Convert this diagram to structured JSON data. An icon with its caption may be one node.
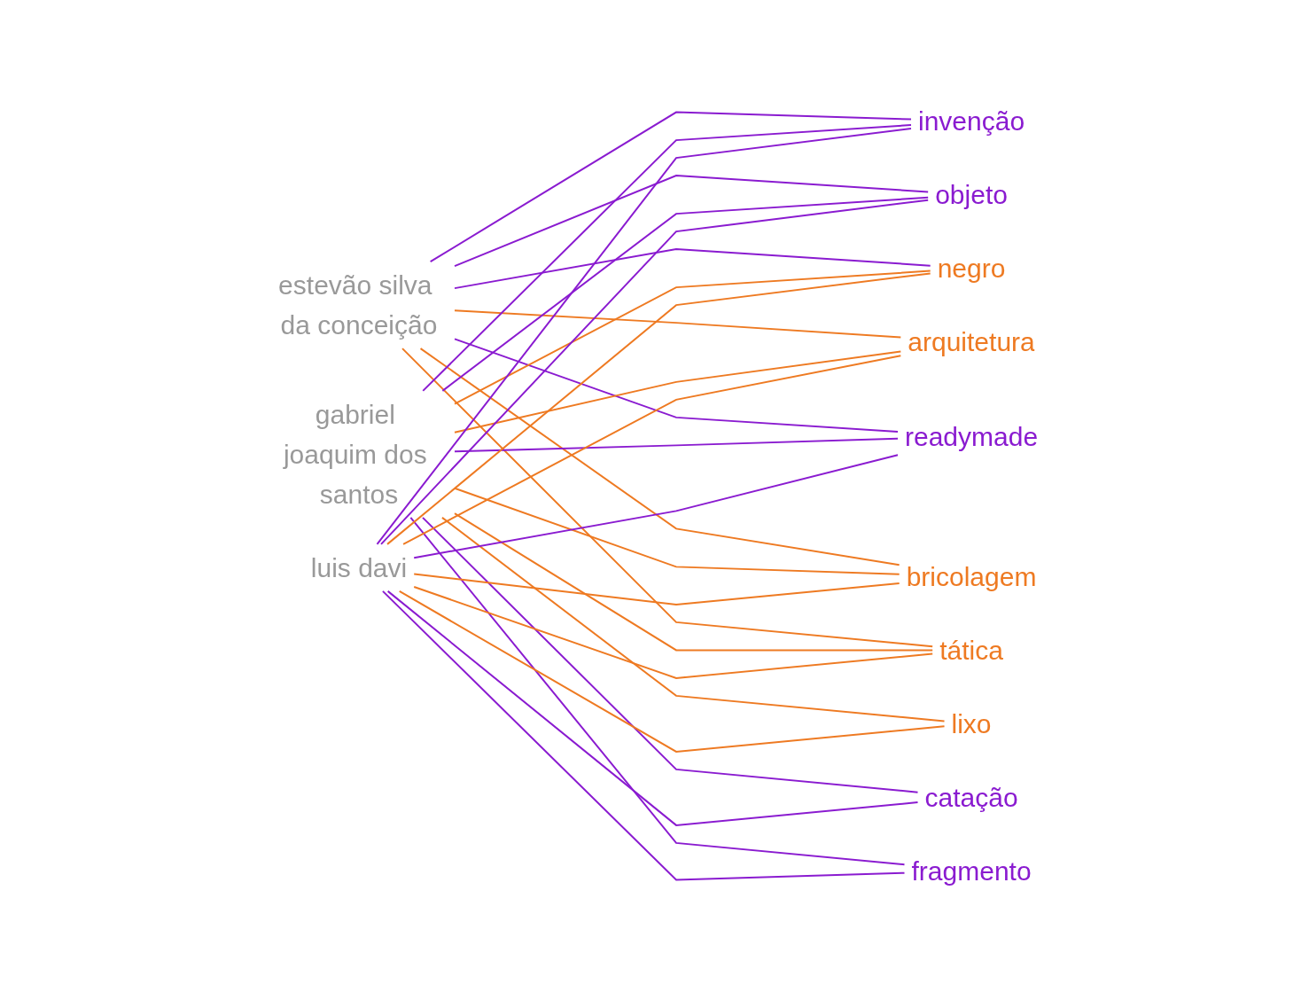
{
  "diagram": {
    "nodes": [
      {
        "text": [
          "estevão silva da conceição"
        ]
      },
      {
        "text": [
          "gabriel joaquim dos santos"
        ]
      },
      {
        "text": [
          "luis davi"
        ]
      },
      {
        "text": [
          "invenção"
        ]
      },
      {
        "text": [
          "lixo"
        ]
      },
      {
        "text": [
          "objeto"
        ]
      },
      {
        "text": [
          "negro"
        ]
      },
      {
        "text": [
          "catação"
        ]
      },
      {
        "text": [
          "arquitetura"
        ]
      },
      {
        "text": [
          "readymade"
        ]
      },
      {
        "text": [
          "bricolagem"
        ]
      },
      {
        "text": [
          "fragmento"
        ]
      },
      {
        "text": [
          "tática"
        ]
      }
    ],
    "edges": [
      {
        "from": 0,
        "to": 3,
        "arrow": "none",
        "color": "#8a1bd0"
      },
      {
        "from": 0,
        "to": 5,
        "arrow": "none",
        "color": "#8a1bd0"
      },
      {
        "from": 0,
        "to": 6,
        "arrow": "none",
        "color": "#8a1bd0"
      },
      {
        "from": 0,
        "to": 8,
        "arrow": "none",
        "color": "#ee7a22"
      },
      {
        "from": 0,
        "to": 9,
        "arrow": "none",
        "color": "#8a1bd0"
      },
      {
        "from": 0,
        "to": 10,
        "arrow": "none",
        "color": "#ee7a22"
      },
      {
        "from": 0,
        "to": 12,
        "arrow": "none",
        "color": "#ee7a22"
      },
      {
        "from": 1,
        "to": 3,
        "arrow": "none",
        "color": "#8a1bd0"
      },
      {
        "from": 1,
        "to": 4,
        "arrow": "none",
        "color": "#ee7a22"
      },
      {
        "from": 1,
        "to": 5,
        "arrow": "none",
        "color": "#8a1bd0"
      },
      {
        "from": 1,
        "to": 6,
        "arrow": "none",
        "color": "#ee7a22"
      },
      {
        "from": 1,
        "to": 7,
        "arrow": "none",
        "color": "#8a1bd0"
      },
      {
        "from": 1,
        "to": 8,
        "arrow": "none",
        "color": "#ee7a22"
      },
      {
        "from": 1,
        "to": 9,
        "arrow": "none",
        "color": "#8a1bd0"
      },
      {
        "from": 1,
        "to": 10,
        "arrow": "none",
        "color": "#ee7a22"
      },
      {
        "from": 1,
        "to": 11,
        "arrow": "none",
        "color": "#8a1bd0"
      },
      {
        "from": 1,
        "to": 12,
        "arrow": "none",
        "color": "#ee7a22"
      },
      {
        "from": 2,
        "to": 3,
        "arrow": "none",
        "color": "#8a1bd0"
      },
      {
        "from": 2,
        "to": 4,
        "arrow": "none",
        "color": "#ee7a22"
      },
      {
        "from": 2,
        "to": 5,
        "arrow": "none",
        "color": "#8a1bd0"
      },
      {
        "from": 2,
        "to": 6,
        "arrow": "none",
        "color": "#ee7a22"
      },
      {
        "from": 2,
        "to": 7,
        "arrow": "none",
        "color": "#8a1bd0"
      },
      {
        "from": 2,
        "to": 8,
        "arrow": "none",
        "color": "#ee7a22"
      },
      {
        "from": 2,
        "to": 9,
        "arrow": "none",
        "color": "#8a1bd0"
      },
      {
        "from": 2,
        "to": 10,
        "arrow": "none",
        "color": "#ee7a22"
      },
      {
        "from": 2,
        "to": 11,
        "arrow": "none",
        "color": "#8a1bd0"
      },
      {
        "from": 2,
        "to": 12,
        "arrow": "none",
        "color": "#ee7a22"
      }
    ]
  }
}
